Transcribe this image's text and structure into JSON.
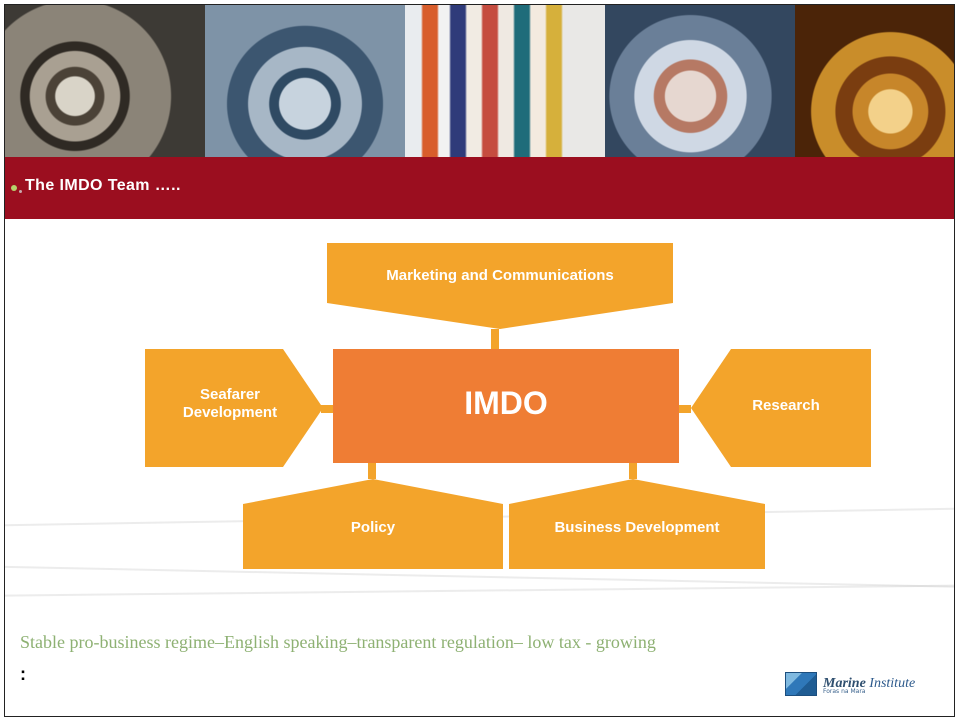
{
  "header": {
    "photos": [
      "reels-photo",
      "compass-photo",
      "people-photo",
      "globe-photo",
      "gold-photo"
    ]
  },
  "title_bar": {
    "title": "The IMDO Team ….."
  },
  "diagram": {
    "center": "IMDO",
    "top": "Marketing and Communications",
    "left": "Seafarer Development",
    "right": "Research",
    "bottom_left": "Policy",
    "bottom_right": "Business Development",
    "colors": {
      "center": "#ef7d34",
      "boxes": "#f3a42b"
    }
  },
  "footer": {
    "tagline": "Stable pro-business regime–English speaking–transparent regulation– low tax - growing",
    "colon": ":",
    "logo_text_a": "Marine",
    "logo_text_b": "Institute",
    "logo_tag": "Foras na Mara"
  },
  "colors": {
    "title_bar": "#9b0e1f",
    "tagline": "#8eb173"
  }
}
